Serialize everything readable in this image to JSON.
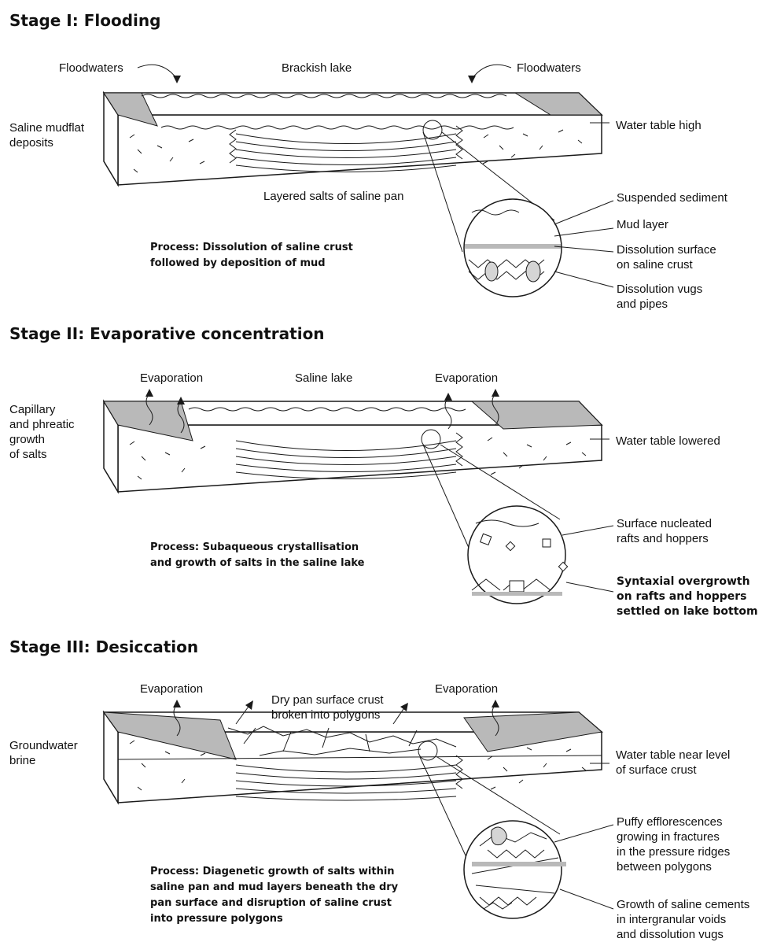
{
  "stages": [
    {
      "title": "Stage I: Flooding",
      "labels": {
        "left_water": "Floodwaters",
        "lake": "Brackish lake",
        "right_water": "Floodwaters",
        "left_deposit": [
          "Saline mudflat",
          "deposits"
        ],
        "water_table": [
          "Water table high"
        ],
        "pan_label": "Layered salts of saline pan",
        "callouts": [
          [
            "Suspended sediment"
          ],
          [
            "Mud layer"
          ],
          [
            "Dissolution surface",
            "on saline crust"
          ],
          [
            "Dissolution vugs",
            "and pipes"
          ]
        ]
      },
      "process": [
        "Process: Dissolution of saline crust",
        "followed by deposition of mud"
      ]
    },
    {
      "title": "Stage II: Evaporative concentration",
      "labels": {
        "left_water": "Evaporation",
        "lake": "Saline lake",
        "right_water": "Evaporation",
        "left_deposit": [
          "Capillary",
          "and phreatic",
          "growth",
          "of salts"
        ],
        "water_table": [
          "Water table lowered"
        ],
        "callouts": [
          [
            "Surface nucleated",
            "rafts and hoppers"
          ],
          [
            "Syntaxial overgrowth",
            "on rafts and hoppers",
            "settled on lake bottom"
          ]
        ]
      },
      "process": [
        "Process: Subaqueous crystallisation",
        "and growth of salts in the saline lake"
      ]
    },
    {
      "title": "Stage III: Desiccation",
      "labels": {
        "left_water": "Evaporation",
        "lake": [
          "Dry pan surface crust",
          "broken into polygons"
        ],
        "right_water": "Evaporation",
        "left_deposit": [
          "Groundwater",
          "brine"
        ],
        "water_table": [
          "Water table near level",
          "of surface crust"
        ],
        "callouts": [
          [
            "Puffy efflorescences",
            "growing in fractures",
            "in the pressure ridges",
            "between polygons"
          ],
          [
            "Growth of saline cements",
            "in intergranular voids",
            "and dissolution vugs"
          ]
        ]
      },
      "process": [
        "Process: Diagenetic growth of salts within",
        "saline pan and mud layers beneath the dry",
        "pan surface and disruption of saline crust",
        "into pressure polygons"
      ]
    }
  ],
  "colors": {
    "line": "#1a1a1a",
    "gray_fill": "#b9b9b9",
    "light_fill": "#e6e6e6"
  }
}
